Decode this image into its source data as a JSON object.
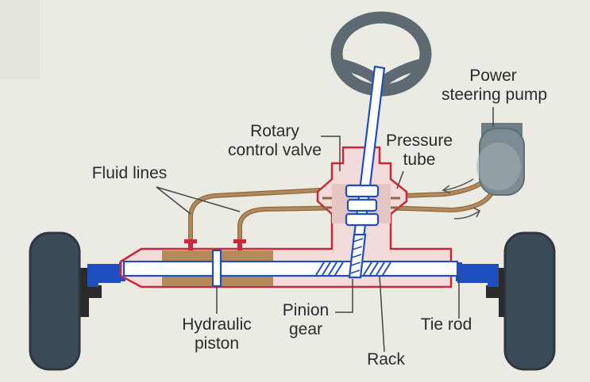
{
  "labels": {
    "power_pump": [
      "Power",
      "steering pump"
    ],
    "rotary_valve": [
      "Rotary",
      "control valve"
    ],
    "pressure_tube": [
      "Pressure",
      "tube"
    ],
    "fluid_lines": "Fluid lines",
    "hydraulic_piston": [
      "Hydraulic",
      "piston"
    ],
    "pinion_gear": [
      "Pinion",
      "gear"
    ],
    "rack": "Rack",
    "tie_rod": "Tie rod"
  },
  "colors": {
    "background": "#ebebe3",
    "housing_fill": "#f3dada",
    "housing_stroke": "#c8283a",
    "fluid": "#b48a5a",
    "fluid_stroke": "#8a6a44",
    "rod": "#1f4fbf",
    "rod_fill": "#ffffff",
    "steering_wheel": "#5e6a72",
    "tire": "#3b4a57",
    "pump": "#7d8c93",
    "leader": "#444444"
  }
}
